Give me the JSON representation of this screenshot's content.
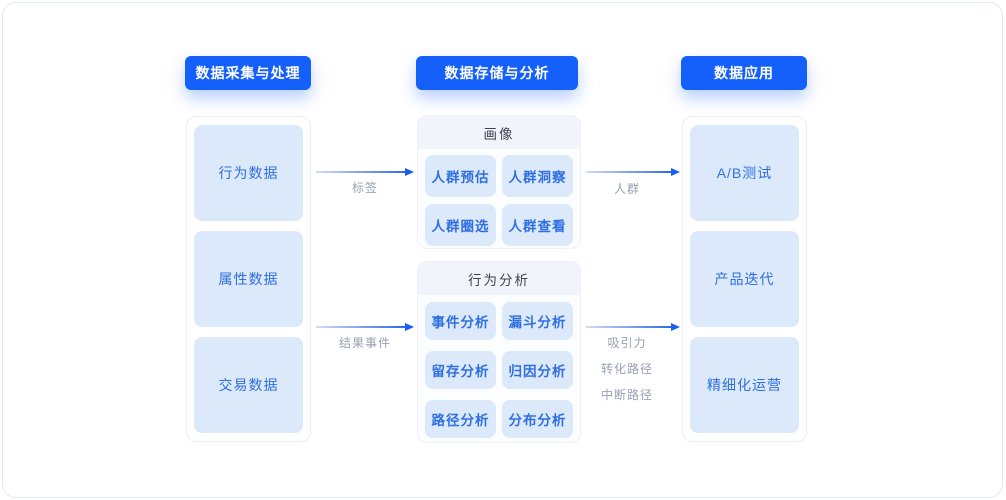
{
  "colors": {
    "accent": "#155ffa",
    "box-bg": "#dce9fa",
    "box-text": "#2f6fe2",
    "band-bg": "#f1f4fa",
    "band-text": "#3d4454",
    "label-gray": "#97a1b3",
    "arrow-head": "#1a5cf5"
  },
  "columns": {
    "collect": {
      "header": "数据采集与处理",
      "boxes": [
        "行为数据",
        "属性数据",
        "交易数据"
      ]
    },
    "storage": {
      "header": "数据存储与分析",
      "sections": [
        {
          "title": "画像",
          "buttons": [
            "人群预估",
            "人群洞察",
            "人群圈选",
            "人群查看"
          ]
        },
        {
          "title": "行为分析",
          "buttons": [
            "事件分析",
            "漏斗分析",
            "留存分析",
            "归因分析",
            "路径分析",
            "分布分析"
          ]
        }
      ]
    },
    "apply": {
      "header": "数据应用",
      "boxes": [
        "A/B测试",
        "产品迭代",
        "精细化运营"
      ]
    }
  },
  "flows": {
    "tags": {
      "label": "标签"
    },
    "result_event": {
      "label": "结果事件"
    },
    "crowd": {
      "label": "人群"
    },
    "paths": {
      "labels": [
        "吸引力",
        "转化路径",
        "中断路径"
      ]
    }
  }
}
